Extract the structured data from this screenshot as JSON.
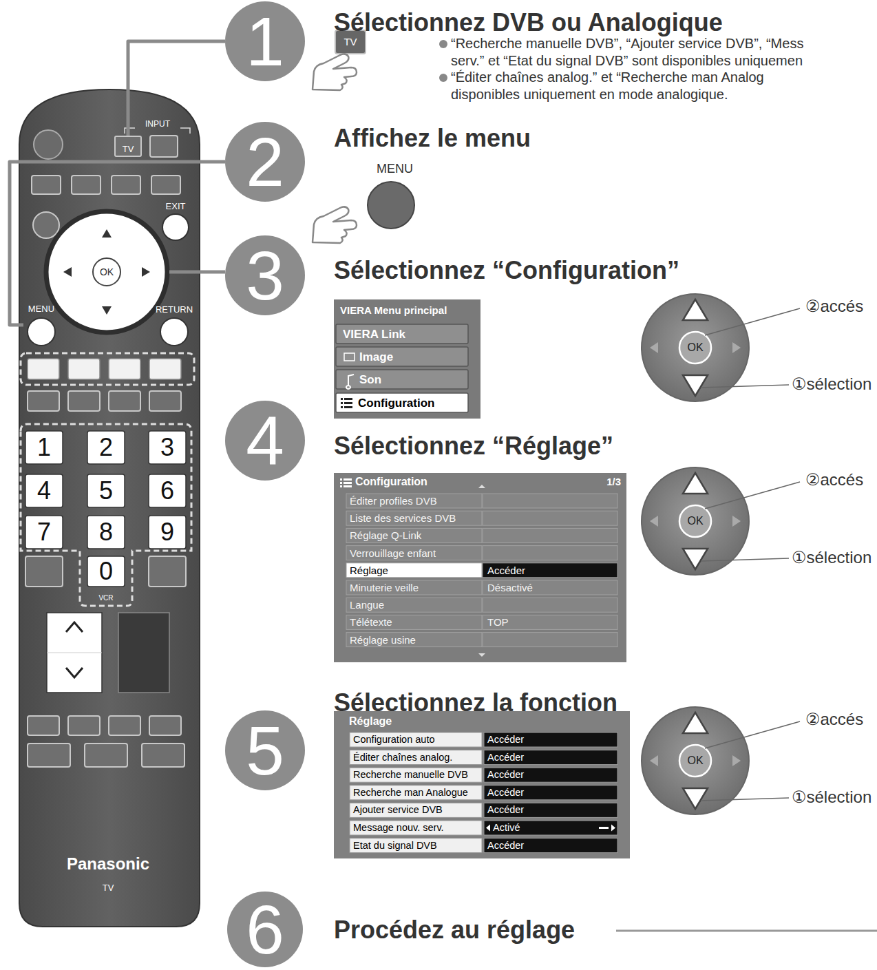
{
  "diagram": {
    "nodes": [
      {
        "text": [
          "1"
        ]
      },
      {
        "text": [
          "2"
        ]
      },
      {
        "text": [
          "3"
        ]
      },
      {
        "text": [
          "4"
        ]
      },
      {
        "text": [
          "5"
        ]
      },
      {
        "text": [
          "6"
        ]
      },
      {
        "text": [
          "TV"
        ]
      },
      {
        "text": [
          "MENU"
        ]
      },
      {
        "text": [
          "OK"
        ]
      }
    ],
    "edges": [
      {
        "from": 6,
        "to": 0,
        "arrow": "none"
      },
      {
        "from": 7,
        "to": 1,
        "arrow": "none"
      },
      {
        "from": 8,
        "to": 2,
        "arrow": "none"
      }
    ],
    "labels": [
      "Sélectionnez DVB ou Analogique",
      "TV",
      "“Recherche manuelle DVB”, “Ajouter service DVB”, “Mess",
      "serv.” et “Etat du signal DVB” sont disponibles uniquemen",
      "“Éditer chaînes analog.” et “Recherche man Analog",
      "disponibles uniquement en mode analogique.",
      "Affichez le menu",
      "MENU",
      "Sélectionnez “Configuration”",
      "VIERA Menu principal",
      "VIERA Link",
      "Image",
      "Son",
      "Configuration",
      "OK",
      "②accés",
      "①sélection",
      "Sélectionnez “Réglage”",
      "Configuration",
      "1/3",
      "Éditer profiles DVB",
      "Liste des services DVB",
      "Réglage Q-Link",
      "Verrouillage enfant",
      "Réglage",
      "Minuterie veille",
      "Langue",
      "Télétexte",
      "Réglage usine",
      "Accéder",
      "Désactivé",
      "TOP",
      "OK",
      "②accés",
      "①sélection",
      "Sélectionnez la fonction",
      "Réglage",
      "Configuration auto",
      "Éditer chaînes analog.",
      "Recherche manuelle DVB",
      "Recherche man Analogue",
      "Ajouter service DVB",
      "Message nouv. serv.",
      "Etat du signal DVB",
      "Accéder",
      "Accéder",
      "Accéder",
      "Accéder",
      "Accéder",
      "Activé",
      "Accéder",
      "OK",
      "②accés",
      "①sélection",
      "Procédez au réglage",
      "INPUT",
      "EXIT",
      "RETURN",
      "1",
      "2",
      "3",
      "4",
      "5",
      "6",
      "7",
      "8",
      "9",
      "0",
      "VCR",
      "Panasonic",
      "TV"
    ]
  }
}
